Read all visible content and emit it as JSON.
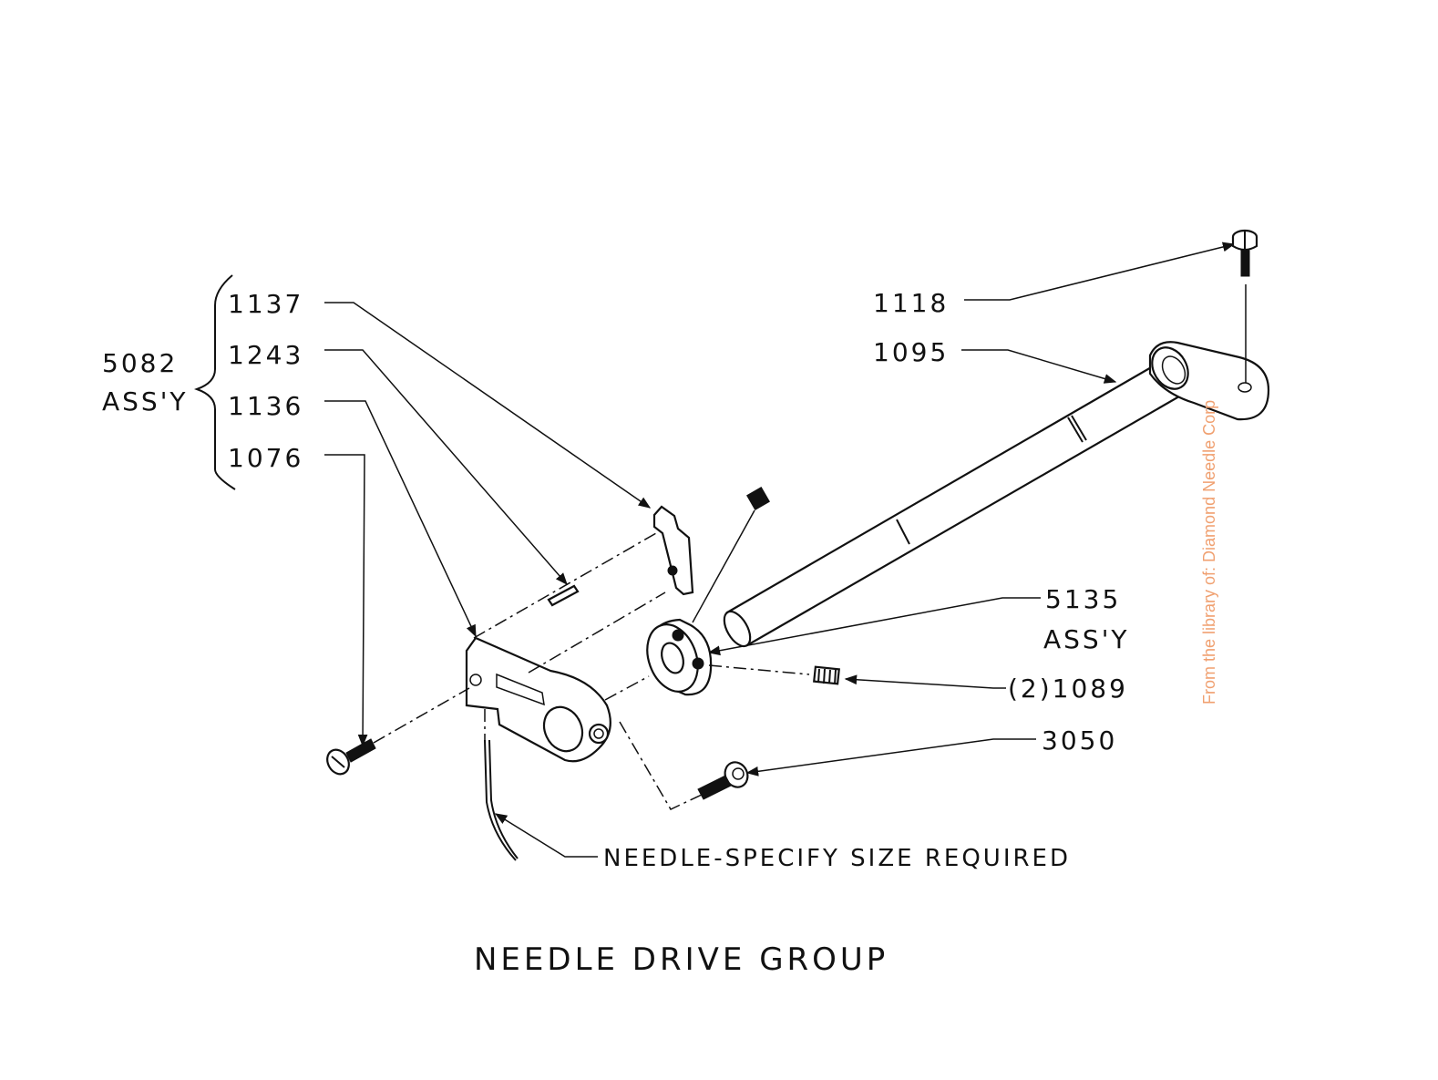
{
  "diagram": {
    "title": "NEEDLE DRIVE GROUP",
    "watermark": "From the library of: Diamond Needle Corp",
    "group": {
      "number": "5082",
      "suffix": "ASS'Y",
      "members": [
        "1137",
        "1243",
        "1136",
        "1076"
      ]
    },
    "callouts": {
      "p1118": "1118",
      "p1095": "1095",
      "p5135": "5135",
      "p5135_suffix": "ASS'Y",
      "p1089": "(2)1089",
      "p3050": "3050",
      "needle": "NEEDLE-SPECIFY SIZE REQUIRED"
    },
    "colors": {
      "ink": "#111111",
      "watermark": "#f0a070",
      "background": "#ffffff"
    }
  }
}
